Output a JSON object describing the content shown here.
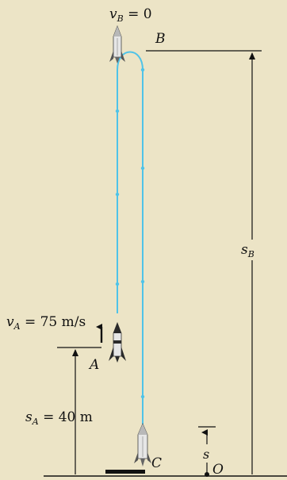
{
  "labels": {
    "vB_var": "v",
    "vB_sub": "B",
    "vB_eq": " = 0",
    "point_B": "B",
    "vA_var": "v",
    "vA_sub": "A",
    "vA_eq": " = 75 m/s",
    "point_A": "A",
    "sA_var": "s",
    "sA_sub": "A",
    "sA_eq": " = 40 m",
    "sB_var": "s",
    "sB_sub": "B",
    "s_var": "s",
    "point_O": "O",
    "point_C": "C"
  },
  "colors": {
    "background": "#ece4c6",
    "trajectory": "#4fc3e8",
    "line": "#111111",
    "rocket_body": "#e6e6e6",
    "rocket_dark": "#2a2a2a"
  }
}
